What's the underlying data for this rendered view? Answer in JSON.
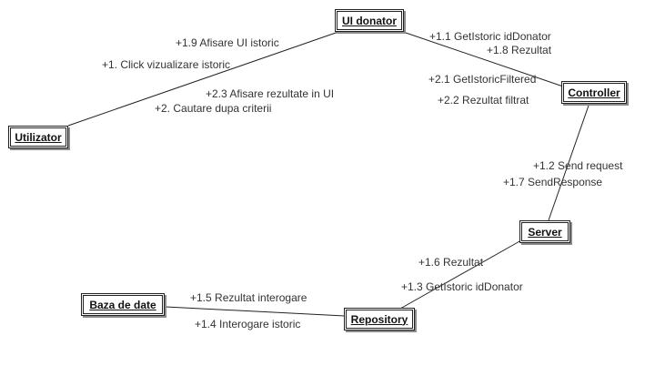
{
  "nodes": {
    "ui_donator": "UI donator",
    "utilizator": "Utilizator",
    "controller": "Controller",
    "server": "Server",
    "repository": "Repository",
    "baza_de_date": "Baza de date"
  },
  "messages": {
    "m1_9": "+1.9 Afisare UI istoric",
    "m1": "+1. Click vizualizare istoric",
    "m2_3": "+2.3 Afisare rezultate in UI",
    "m2": "+2. Cautare dupa criterii",
    "m1_1": "+1.1 GetIstoric idDonator",
    "m1_8": "+1.8 Rezultat",
    "m2_1": "+2.1 GetIstoricFiltered",
    "m2_2": "+2.2 Rezultat filtrat",
    "m1_2": "+1.2 Send request",
    "m1_7": "+1.7 SendResponse",
    "m1_6": "+1.6 Rezultat",
    "m1_3": "+1.3 GetIstoric idDonator",
    "m1_5": "+1.5 Rezultat interogare",
    "m1_4": "+1.4 Interogare istoric"
  },
  "colors": {
    "line": "#222222",
    "text": "#333333",
    "shadow": "#8a8a8a"
  }
}
